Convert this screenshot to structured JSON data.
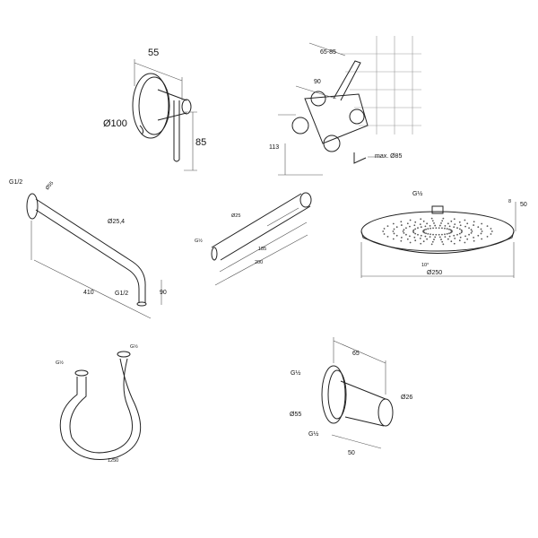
{
  "mixer": {
    "depth": "55",
    "diameter": "Ø100",
    "height": "85"
  },
  "valve_body": {
    "range": "65-85",
    "depth": "90",
    "height": "113",
    "max_diameter": "max. Ø85"
  },
  "shower_arm": {
    "thread_top": "G1/2",
    "flange": "Ø55",
    "tube": "Ø25,4",
    "length": "410",
    "thread_bottom": "G1/2",
    "drop": "90"
  },
  "hand_shower": {
    "diameter": "Ø25",
    "thread": "G½",
    "spray_length": "185",
    "length": "200"
  },
  "rain_head": {
    "thread": "G½",
    "thickness": "8",
    "height": "50",
    "angle": "10°",
    "diameter": "Ø250"
  },
  "hose": {
    "thread_left": "G½",
    "thread_right": "G½",
    "length": "1250"
  },
  "wall_outlet": {
    "depth": "65",
    "thread_top": "G½",
    "outlet": "Ø26",
    "rosette": "Ø55",
    "thread_bottom": "G½",
    "width": "50"
  }
}
